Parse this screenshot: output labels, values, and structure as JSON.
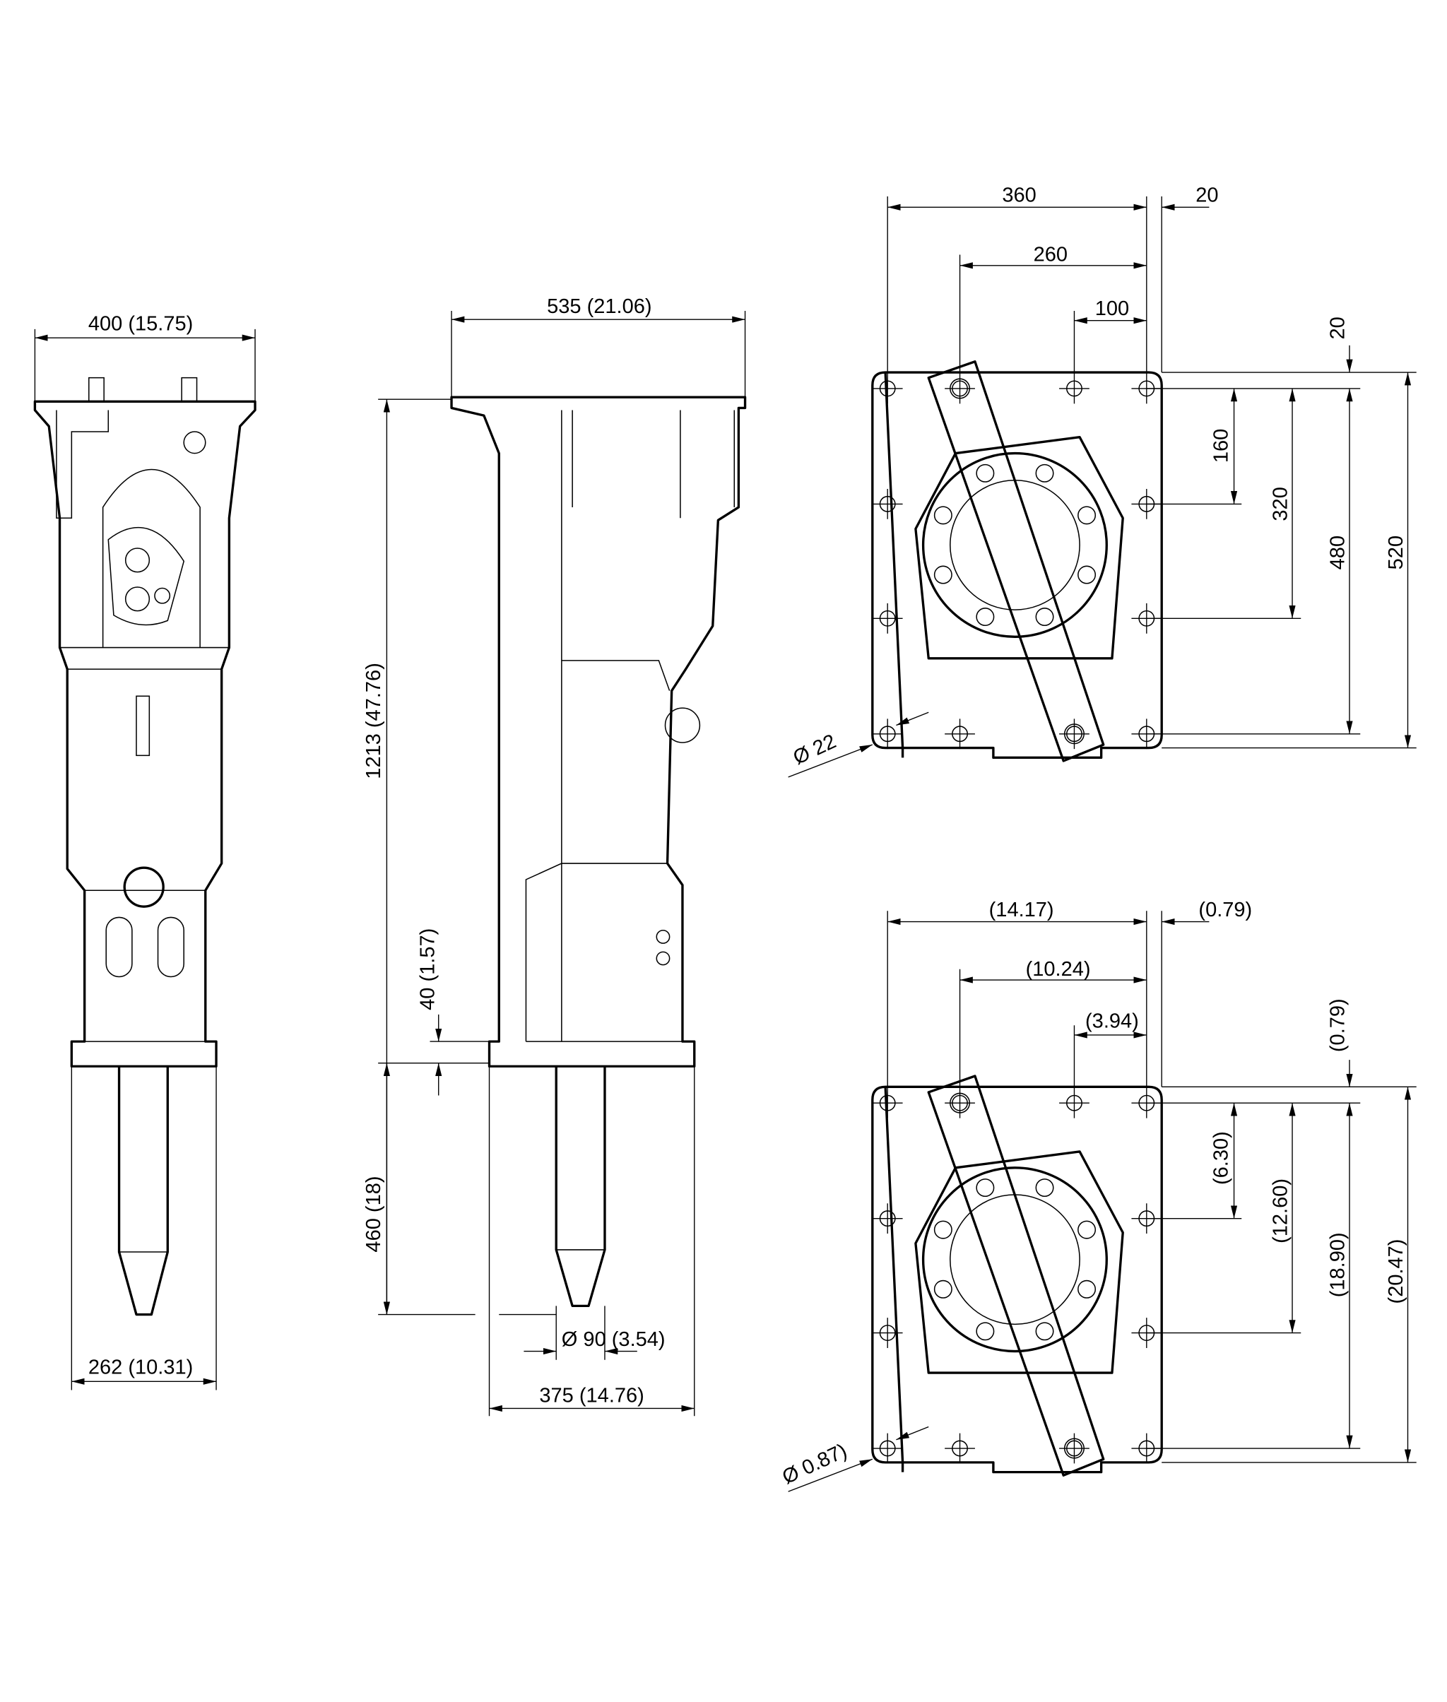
{
  "front_view": {
    "width_top": "400 (15.75)",
    "width_base": "262 (10.31)"
  },
  "side_view": {
    "length_top": "535 (21.06)",
    "total_height": "1213 (47.76)",
    "plate_thickness": "40 (1.57)",
    "tool_length": "460 (18)",
    "tool_diameter": "Ø 90 (3.54)",
    "base_length": "375 (14.76)"
  },
  "plan_metric": {
    "w360": "360",
    "w20": "20",
    "w260": "260",
    "w100": "100",
    "h20": "20",
    "h160": "160",
    "h320": "320",
    "h480": "480",
    "h520": "520",
    "hole": "Ø 22"
  },
  "plan_imperial": {
    "w360": "(14.17)",
    "w20": "(0.79)",
    "w260": "(10.24)",
    "w100": "(3.94)",
    "h20": "(0.79)",
    "h160": "(6.30)",
    "h320": "(12.60)",
    "h480": "(18.90)",
    "h520": "(20.47)",
    "hole": "Ø 0.87)"
  }
}
